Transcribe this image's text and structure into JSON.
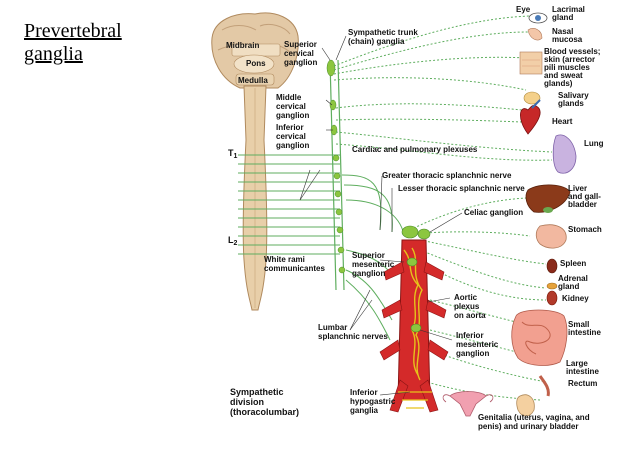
{
  "title_line1": "Prevertebral",
  "title_line2": "ganglia",
  "labels": {
    "midbrain": "Midbrain",
    "pons": "Pons",
    "medulla": "Medulla",
    "superior_cervical": [
      "Superior",
      "cervical",
      "ganglion"
    ],
    "middle_cervical": [
      "Middle",
      "cervical",
      "ganglion"
    ],
    "inferior_cervical": [
      "Inferior",
      "cervical",
      "ganglion"
    ],
    "t1": "T",
    "t1_sub": "1",
    "l2": "L",
    "l2_sub": "2",
    "sympathetic_trunk": [
      "Sympathetic trunk",
      "(chain) ganglia"
    ],
    "cardiac_plexuses": "Cardiac and pulmonary plexuses",
    "greater_thoracic": "Greater thoracic splanchnic nerve",
    "lesser_thoracic": "Lesser thoracic splanchnic nerve",
    "celiac": "Celiac ganglion",
    "white_rami": [
      "White rami",
      "communicantes"
    ],
    "superior_mesenteric": [
      "Superior",
      "mesenteric",
      "ganglion"
    ],
    "aortic_plexus": [
      "Aortic",
      "plexus",
      "on aorta"
    ],
    "lumbar_splanchnic": [
      "Lumbar",
      "splanchnic nerves"
    ],
    "inferior_mesenteric": [
      "Inferior",
      "mesenteric",
      "ganglion"
    ],
    "inferior_hypogastric": [
      "Inferior",
      "hypogastric",
      "ganglia"
    ],
    "division": [
      "Sympathetic",
      "division",
      "(thoracolumbar)"
    ]
  },
  "organs": {
    "eye": "Eye",
    "lacrimal": [
      "Lacrimal",
      "gland"
    ],
    "nasal": [
      "Nasal",
      "mucosa"
    ],
    "blood_vessels": [
      "Blood vessels;",
      "skin (arrector",
      "pili muscles",
      "and sweat",
      "glands)"
    ],
    "salivary": [
      "Salivary",
      "glands"
    ],
    "heart": "Heart",
    "lung": "Lung",
    "liver": [
      "Liver",
      "and gall-",
      "bladder"
    ],
    "stomach": "Stomach",
    "spleen": "Spleen",
    "adrenal": [
      "Adrenal",
      "gland"
    ],
    "kidney": "Kidney",
    "small_intestine": [
      "Small",
      "intestine"
    ],
    "large_intestine": [
      "Large",
      "intestine"
    ],
    "rectum": "Rectum",
    "genitalia": [
      "Genitalia (uterus, vagina, and",
      "penis) and urinary bladder"
    ]
  },
  "colors": {
    "brain": "#e3c9a6",
    "cord": "#e8cfa9",
    "nerve_green": "#5fae5f",
    "ganglion_green": "#8cc63f",
    "aorta_red": "#d42a2a",
    "nerve_yellow": "#e6c21b"
  }
}
